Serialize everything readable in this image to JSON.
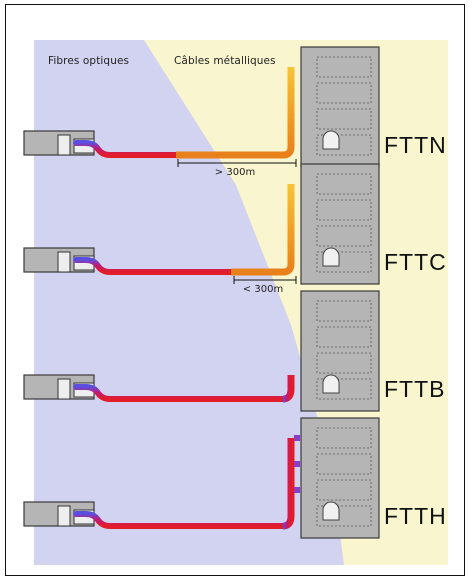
{
  "headers": {
    "left": "Fibres optiques",
    "right": "Câbles métalliques"
  },
  "rows": [
    {
      "label": "FTTN",
      "distance": "> 300m"
    },
    {
      "label": "FTTC",
      "distance": "< 300m"
    },
    {
      "label": "FTTB",
      "distance": ""
    },
    {
      "label": "FTTH",
      "distance": ""
    }
  ],
  "colors": {
    "fiber_zone": "#d2d3f1",
    "copper_zone": "#f8f5cf",
    "fiber_cable": "#c21a74",
    "copper_cable": "#ef9d20",
    "building": "#b5b5b5"
  }
}
